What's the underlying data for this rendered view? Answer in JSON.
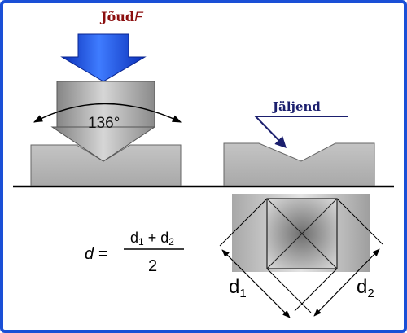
{
  "labels": {
    "force_word": "Jõud",
    "force_symbol": "F",
    "angle": "136°",
    "indentation": "Jäljend",
    "formula_lhs": "d =",
    "formula_num_d1": "d",
    "formula_num_sub1": "1",
    "formula_plus": " + d",
    "formula_num_sub2": "2",
    "formula_den": "2",
    "diag1_letter": "d",
    "diag1_sub": "1",
    "diag2_letter": "d",
    "diag2_sub": "2"
  },
  "colors": {
    "frame": "#1a4fd6",
    "arrow": "#1f4fe0",
    "label_red": "#8b0e0e",
    "label_navy": "#1b1f6e",
    "block": "#b9b9b9"
  }
}
